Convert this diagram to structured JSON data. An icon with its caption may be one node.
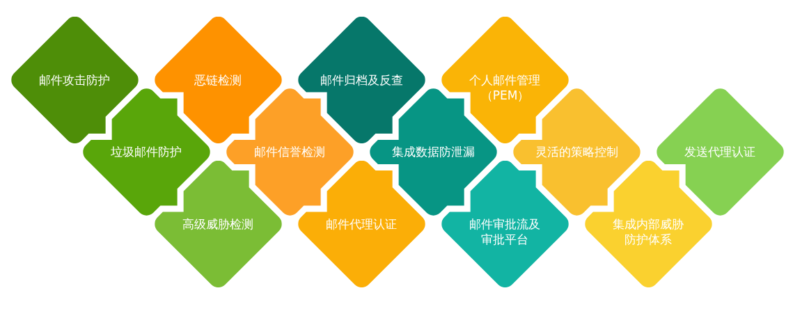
{
  "diagram": {
    "nodes": [
      {
        "text": [
          "邮件攻击防护"
        ]
      },
      {
        "text": [
          "垃圾邮件防护"
        ]
      },
      {
        "text": [
          "恶链检测"
        ]
      },
      {
        "text": [
          "高级威胁检测"
        ]
      },
      {
        "text": [
          "邮件信誉检测"
        ]
      },
      {
        "text": [
          "邮件归档及反查"
        ]
      },
      {
        "text": [
          "邮件代理认证"
        ]
      },
      {
        "text": [
          "集成数据防泄漏"
        ]
      },
      {
        "text": [
          "个人邮件管理（PEM）"
        ]
      },
      {
        "text": [
          "邮件审批流及审批平台"
        ]
      },
      {
        "text": [
          "灵活的策略控制"
        ]
      },
      {
        "text": [
          "集成内部威胁防护体系"
        ]
      },
      {
        "text": [
          "发送代理认证"
        ]
      }
    ]
  }
}
